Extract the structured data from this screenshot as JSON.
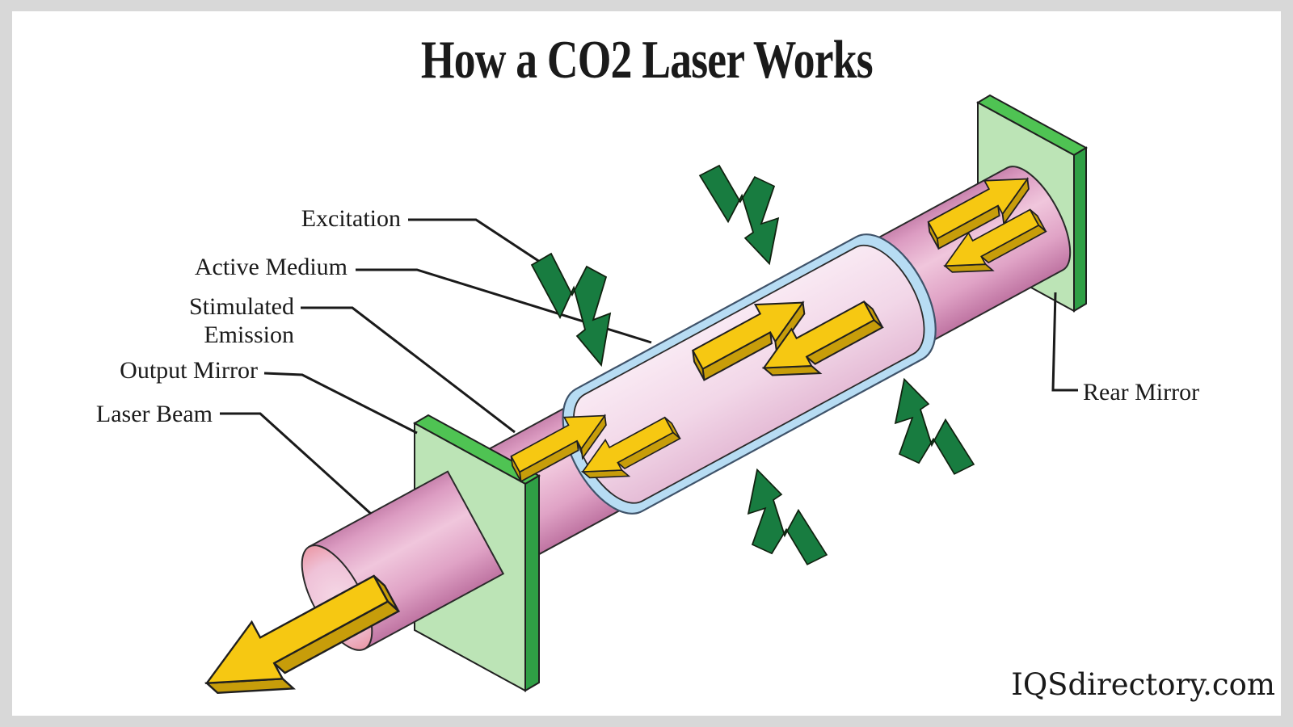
{
  "title": "How a CO2 Laser Works",
  "watermark": "IQSdirectory.com",
  "labels": {
    "excitation": "Excitation",
    "active_medium": "Active Medium",
    "stimulated": "Stimulated",
    "emission": "Emission",
    "output_mirror": "Output Mirror",
    "laser_beam": "Laser Beam",
    "rear_mirror": "Rear Mirror"
  },
  "icons": {
    "excitation_bolts": "lightning-bolt-icon",
    "photon_exchange": "double-arrow-icon",
    "laser_output": "laser-beam-arrow-icon"
  },
  "colors": {
    "background": "#ffffff",
    "frame": "#d8d8d8",
    "ink": "#1a1a1a",
    "glass_blue": "#b7dcf3",
    "medium_pink": "#f2d7e8",
    "mirror_face_green": "#bce4b6",
    "mirror_top_green": "#4fc353",
    "mirror_side_green": "#2f9f45",
    "arrow_yellow": "#f6c812",
    "arrow_gold": "#c79d0a",
    "bolt_green": "#187c40"
  }
}
